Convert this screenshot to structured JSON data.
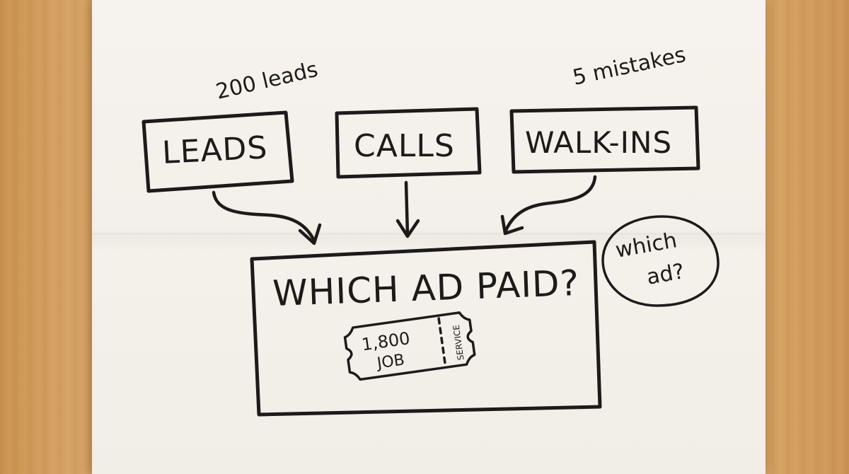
{
  "annotations": {
    "leads_count": "200 leads",
    "mistakes_count": "5 mistakes"
  },
  "nodes": {
    "leads": "LEADS",
    "calls": "CALLS",
    "walk_ins": "WALK-INS",
    "target": "WHICH AD PAID?"
  },
  "ticket": {
    "amount": "1,800",
    "label": "JOB",
    "stub": "SERVICE"
  },
  "bubble": {
    "line1": "which",
    "line2": "ad?"
  },
  "colors": {
    "ink": "#1d1b19",
    "paper": "#f4f0ea",
    "table": "#d19c5c"
  }
}
